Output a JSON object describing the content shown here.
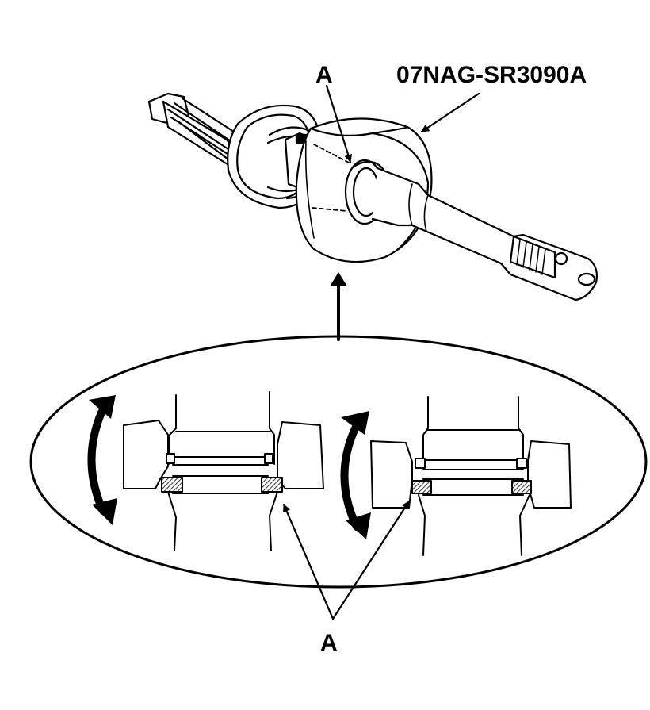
{
  "labels": {
    "tool_number": "07NAG-SR3090A",
    "callout_top": "A",
    "callout_bottom": "A"
  },
  "colors": {
    "ink": "#000000",
    "paper": "#ffffff"
  },
  "icons": [
    "rotation-arrow-icon",
    "rotation-arrow-icon",
    "callout-arrow-icon"
  ]
}
